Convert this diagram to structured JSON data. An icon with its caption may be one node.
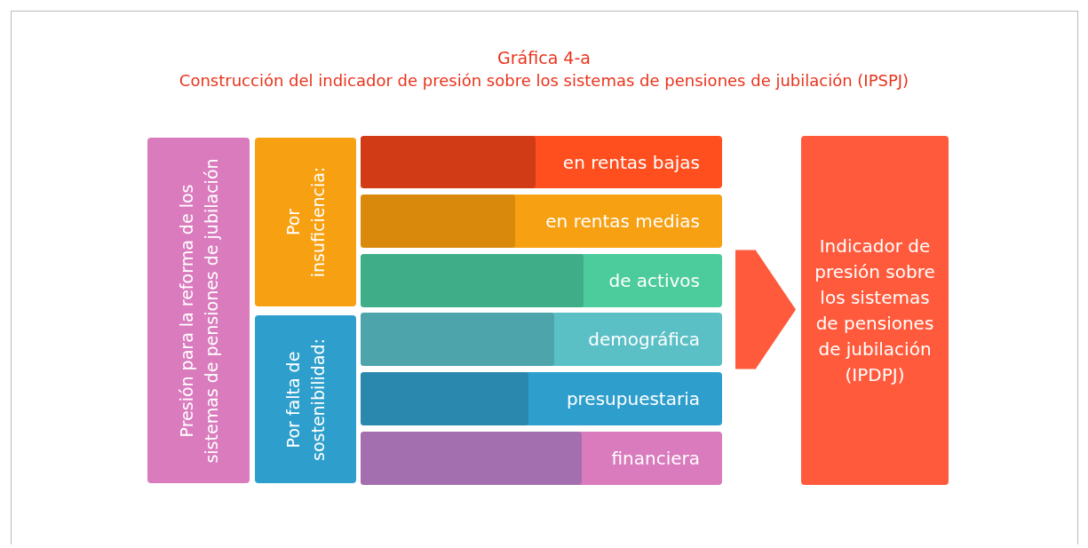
{
  "diagram": {
    "title": "Construcción del indicador de presión sobre los sistemas de pensiones de jubilación (IPSPJ)",
    "labels": [
      "Gráfica 4-a"
    ],
    "nodes": [
      {
        "text": [
          "Presión para la reforma de los sistemas de pensiones de jubilación"
        ]
      },
      {
        "text": [
          "Por insuficiencia:"
        ]
      },
      {
        "text": [
          "Por falta de sostenibilidad:"
        ]
      },
      {
        "text": [
          "en rentas bajas"
        ]
      },
      {
        "text": [
          "en rentas medias"
        ]
      },
      {
        "text": [
          "de activos"
        ]
      },
      {
        "text": [
          "demográfica"
        ]
      },
      {
        "text": [
          "presupuestaria"
        ]
      },
      {
        "text": [
          "financiera"
        ]
      },
      {
        "text": [
          "Indicador de presión sobre los sistemas de pensiones de jubilación (IPDPJ)"
        ]
      }
    ],
    "edges": [
      {
        "from": null,
        "to": 9,
        "arrow": "to"
      }
    ]
  }
}
